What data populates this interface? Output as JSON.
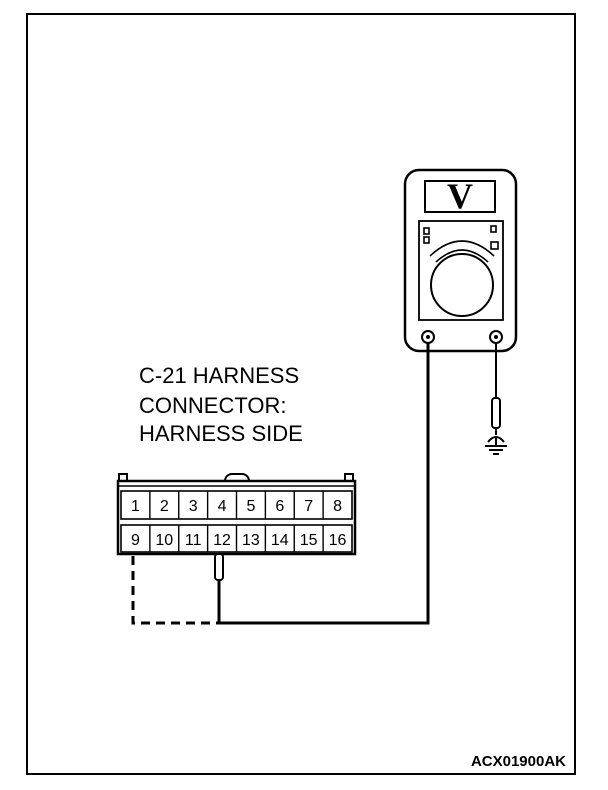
{
  "connector": {
    "label_lines": [
      "C-21 HARNESS",
      "CONNECTOR:",
      "HARNESS SIDE"
    ],
    "top_row": [
      "1",
      "2",
      "3",
      "4",
      "5",
      "6",
      "7",
      "8"
    ],
    "bottom_row": [
      "9",
      "10",
      "11",
      "12",
      "13",
      "14",
      "15",
      "16"
    ]
  },
  "meter": {
    "display_symbol": "V",
    "icon": "voltmeter-icon"
  },
  "ground": {
    "icon": "ground-symbol-icon"
  },
  "figure_code": "ACX01900AK"
}
